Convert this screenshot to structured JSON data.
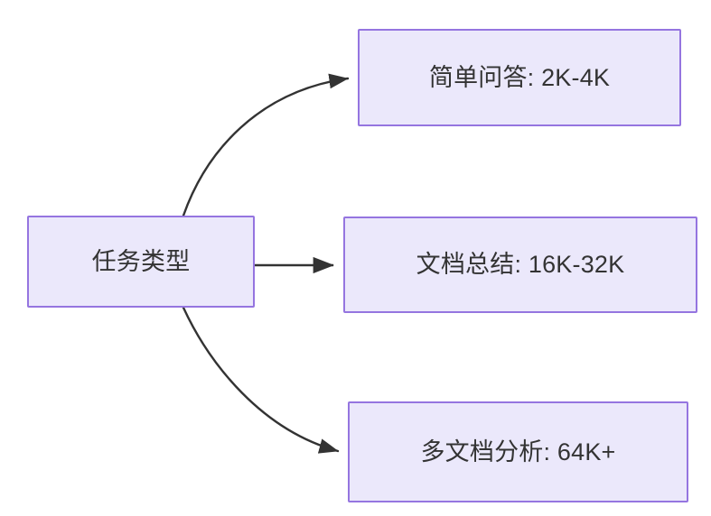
{
  "diagram": {
    "type": "flowchart",
    "direction": "left-to-right",
    "background_color": "#ffffff",
    "node_fill_color": "#ebe8fb",
    "node_border_color": "#9575e0",
    "node_text_color": "#333333",
    "edge_color": "#333333",
    "nodes": [
      {
        "id": "source",
        "label": "任务类型",
        "role": "root"
      },
      {
        "id": "simple_qa",
        "label": "简单问答: 2K-4K",
        "role": "leaf"
      },
      {
        "id": "doc_summary",
        "label": "文档总结: 16K-32K",
        "role": "leaf"
      },
      {
        "id": "multi_doc",
        "label": "多文档分析: 64K+",
        "role": "leaf"
      }
    ],
    "edges": [
      {
        "id": "edge-source-simple-qa",
        "from": "source",
        "to": "simple_qa",
        "label": "",
        "style": "curved",
        "arrow": "end"
      },
      {
        "id": "edge-source-doc-summary",
        "from": "source",
        "to": "doc_summary",
        "label": "",
        "style": "straight",
        "arrow": "end"
      },
      {
        "id": "edge-source-multi-doc",
        "from": "source",
        "to": "multi_doc",
        "label": "",
        "style": "curved",
        "arrow": "end"
      }
    ]
  }
}
